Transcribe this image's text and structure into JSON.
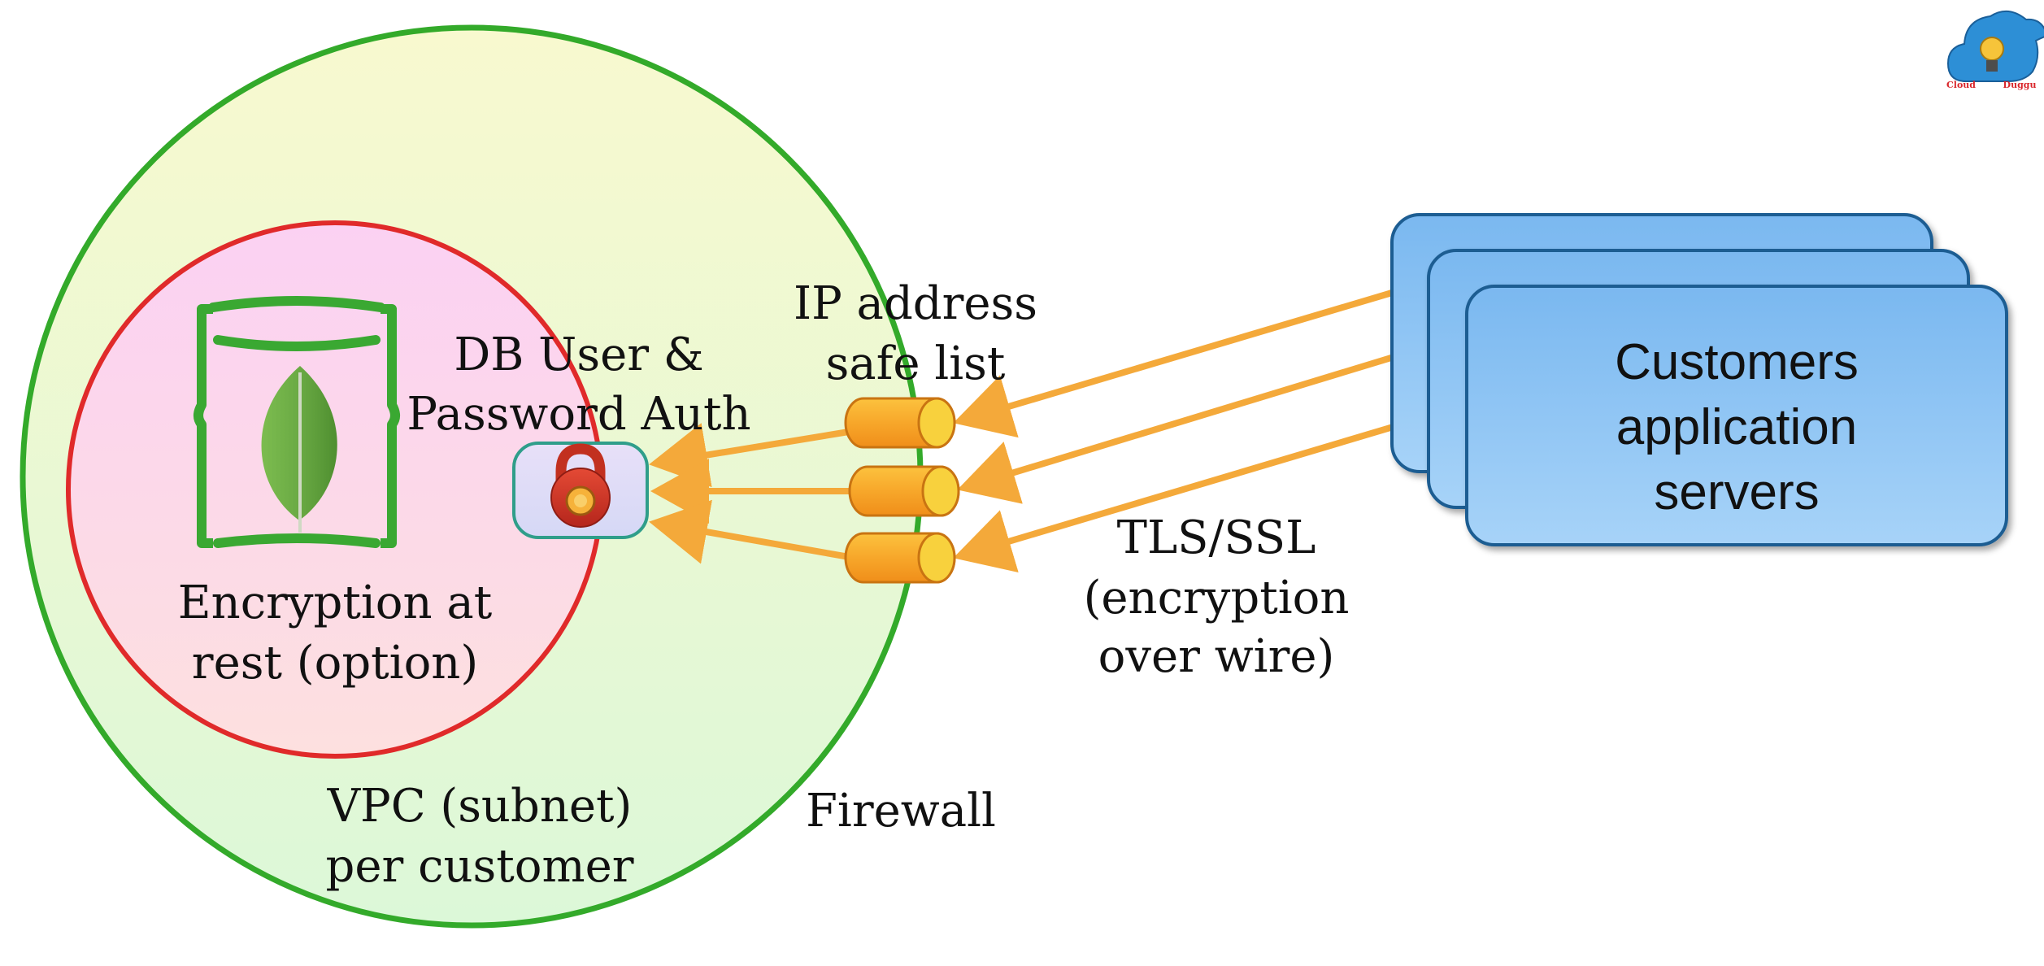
{
  "labels": {
    "db_auth_line1": "DB User &",
    "db_auth_line2": "Password Auth",
    "ip_line1": "IP address",
    "ip_line2": "safe list",
    "encryption_line1": "Encryption at",
    "encryption_line2": "rest (option)",
    "vpc_line1": "VPC (subnet)",
    "vpc_line2": "per customer",
    "firewall": "Firewall",
    "tls_line1": "TLS/SSL",
    "tls_line2": "(encryption",
    "tls_line3": "over wire)",
    "servers_line1": "Customers",
    "servers_line2": "application",
    "servers_line3": "servers"
  },
  "logo": {
    "text_left": "Cloud",
    "text_right": "Duggu"
  },
  "icons": {
    "database": "mongodb-leaf-database-icon",
    "lock": "padlock-icon",
    "firewall": "firewall-cylinder-icon",
    "logo": "cloud-bulb-logo-icon"
  },
  "colors": {
    "vpc_border": "#33aa2a",
    "vpc_fill_top": "#f8f9cf",
    "vpc_fill_bottom": "#dcf8d8",
    "encryption_border": "#e02a2a",
    "encryption_fill_top": "#fbd1f3",
    "encryption_fill_bottom": "#fde0df",
    "arrow": "#f4a93a",
    "server_fill": "#86c1f3",
    "server_border": "#1e5d92",
    "lock_red": "#d73a2b",
    "cylinder_orange": "#f7a72a",
    "leaf_green": "#6aaa44"
  }
}
